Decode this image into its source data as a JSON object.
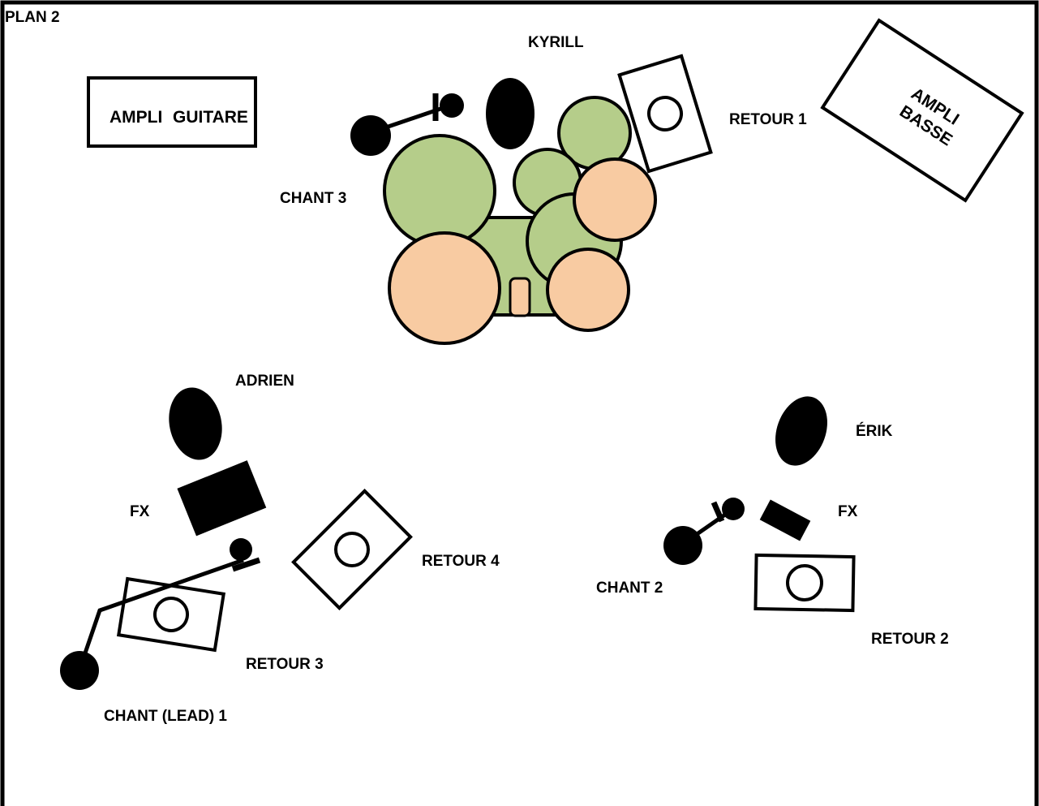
{
  "title": "PLAN 2",
  "colors": {
    "line": "#000000",
    "paper": "#ffffff",
    "drum_green": "#b5cd8a",
    "drum_peach": "#f8cba2"
  },
  "labels": {
    "kyrill": "KYRILL",
    "ampli_guitare_1": "AMPLI",
    "ampli_guitare_2": "GUITARE",
    "retour_1": "RETOUR 1",
    "ampli_basse_1": "AMPLI",
    "ampli_basse_2": "BASSE",
    "chant_3": "CHANT 3",
    "adrien": "ADRIEN",
    "fx_left": "FX",
    "retour_4": "RETOUR 4",
    "retour_3": "RETOUR 3",
    "chant_lead_1": "CHANT (LEAD) 1",
    "erik": "ÉRIK",
    "fx_right": "FX",
    "chant_2": "CHANT 2",
    "retour_2": "RETOUR 2"
  }
}
